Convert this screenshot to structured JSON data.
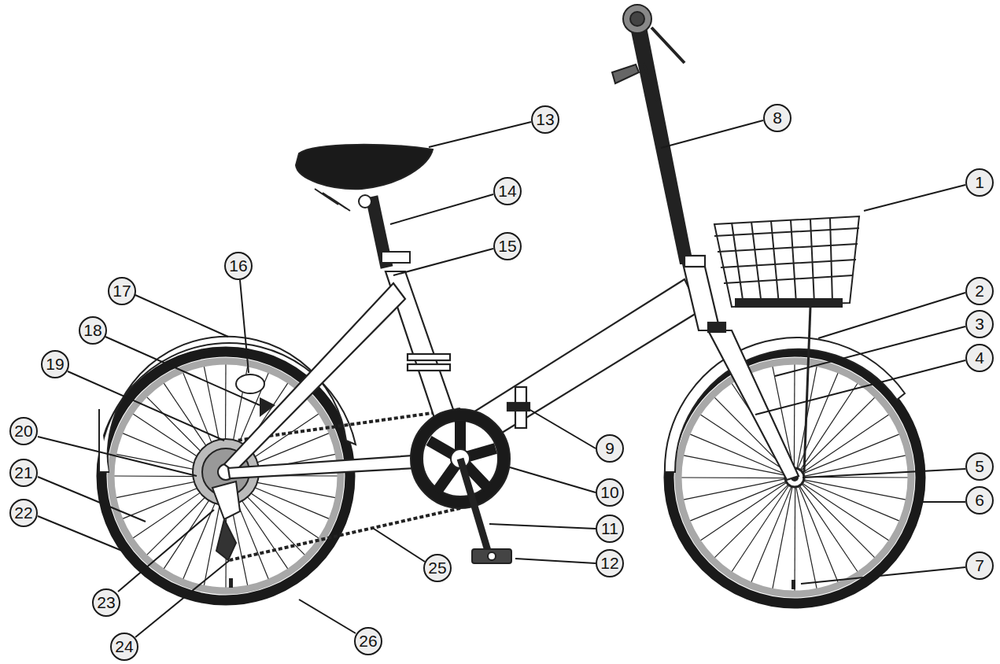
{
  "diagram": {
    "labels": [
      "1",
      "2",
      "3",
      "4",
      "5",
      "6",
      "7",
      "8",
      "9",
      "10",
      "11",
      "12",
      "13",
      "14",
      "15",
      "16",
      "17",
      "18",
      "19",
      "20",
      "21",
      "22",
      "23",
      "24",
      "25",
      "26"
    ]
  }
}
